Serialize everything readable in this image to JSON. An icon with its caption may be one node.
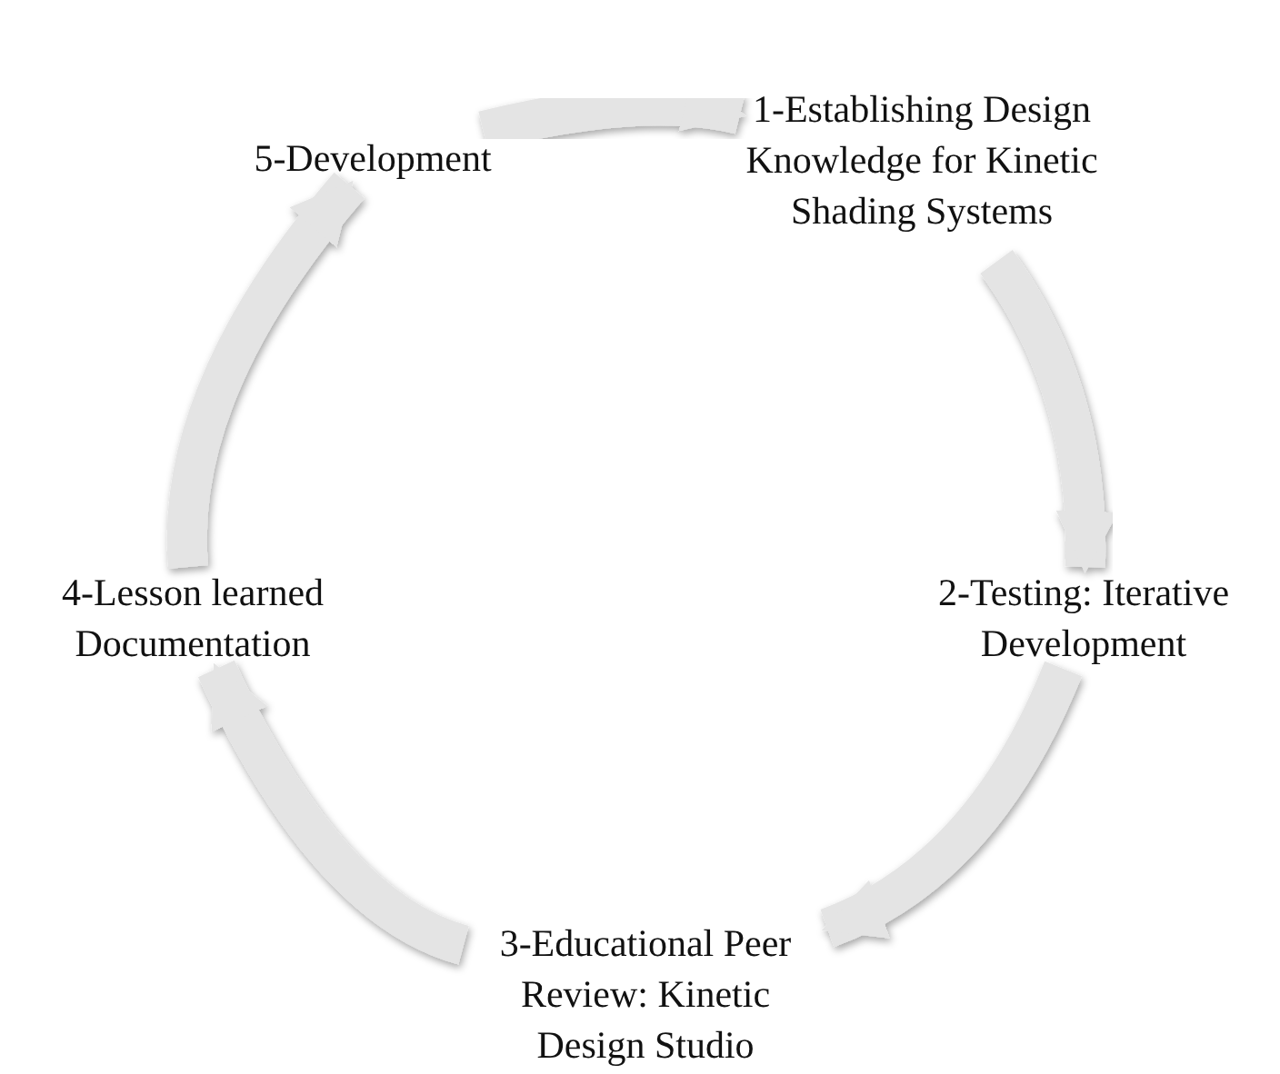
{
  "diagram": {
    "nodes": [
      {
        "text": [
          "1-Establishing Design Knowledge for Kinetic Shading Systems"
        ]
      },
      {
        "text": [
          "2-Testing: Iterative Development"
        ]
      },
      {
        "text": [
          "3-Educational Peer Review: Kinetic Design Studio"
        ]
      },
      {
        "text": [
          "4-Lesson learned Documentation"
        ]
      },
      {
        "text": [
          "5-Development"
        ]
      }
    ],
    "edges": [
      {
        "from": 4,
        "to": 0,
        "arrow": "to"
      },
      {
        "from": 0,
        "to": 1,
        "arrow": "to"
      },
      {
        "from": 1,
        "to": 2,
        "arrow": "to"
      },
      {
        "from": 2,
        "to": 3,
        "arrow": "to"
      },
      {
        "from": 3,
        "to": 4,
        "arrow": "to"
      }
    ]
  }
}
